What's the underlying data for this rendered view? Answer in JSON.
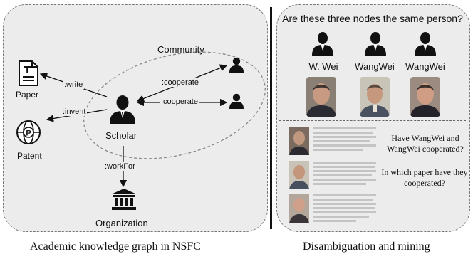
{
  "left": {
    "community_label": "Community",
    "scholar_label": "Scholar",
    "paper_label": "Paper",
    "patent_label": "Patent",
    "organization_label": "Organization",
    "edges": {
      "write": ":write",
      "invent": ":invent",
      "cooperate_1": ":cooperate",
      "cooperate_2": ":cooperate",
      "work_for": ":workFor"
    },
    "caption": "Academic knowledge graph in NSFC"
  },
  "right": {
    "question_title": "Are these three nodes the same person?",
    "nodes": [
      "W. Wei",
      "WangWei",
      "WangWei"
    ],
    "question_1": "Have WangWei and WangWei cooperated?",
    "question_2": "In which paper have they cooperated?",
    "caption": "Disambiguation and mining"
  },
  "colors": {
    "panel_bg": "#ececec",
    "ink": "#111111"
  },
  "icons": [
    "paper-icon",
    "patent-icon",
    "scholar-icon",
    "person-icon",
    "organization-icon"
  ]
}
